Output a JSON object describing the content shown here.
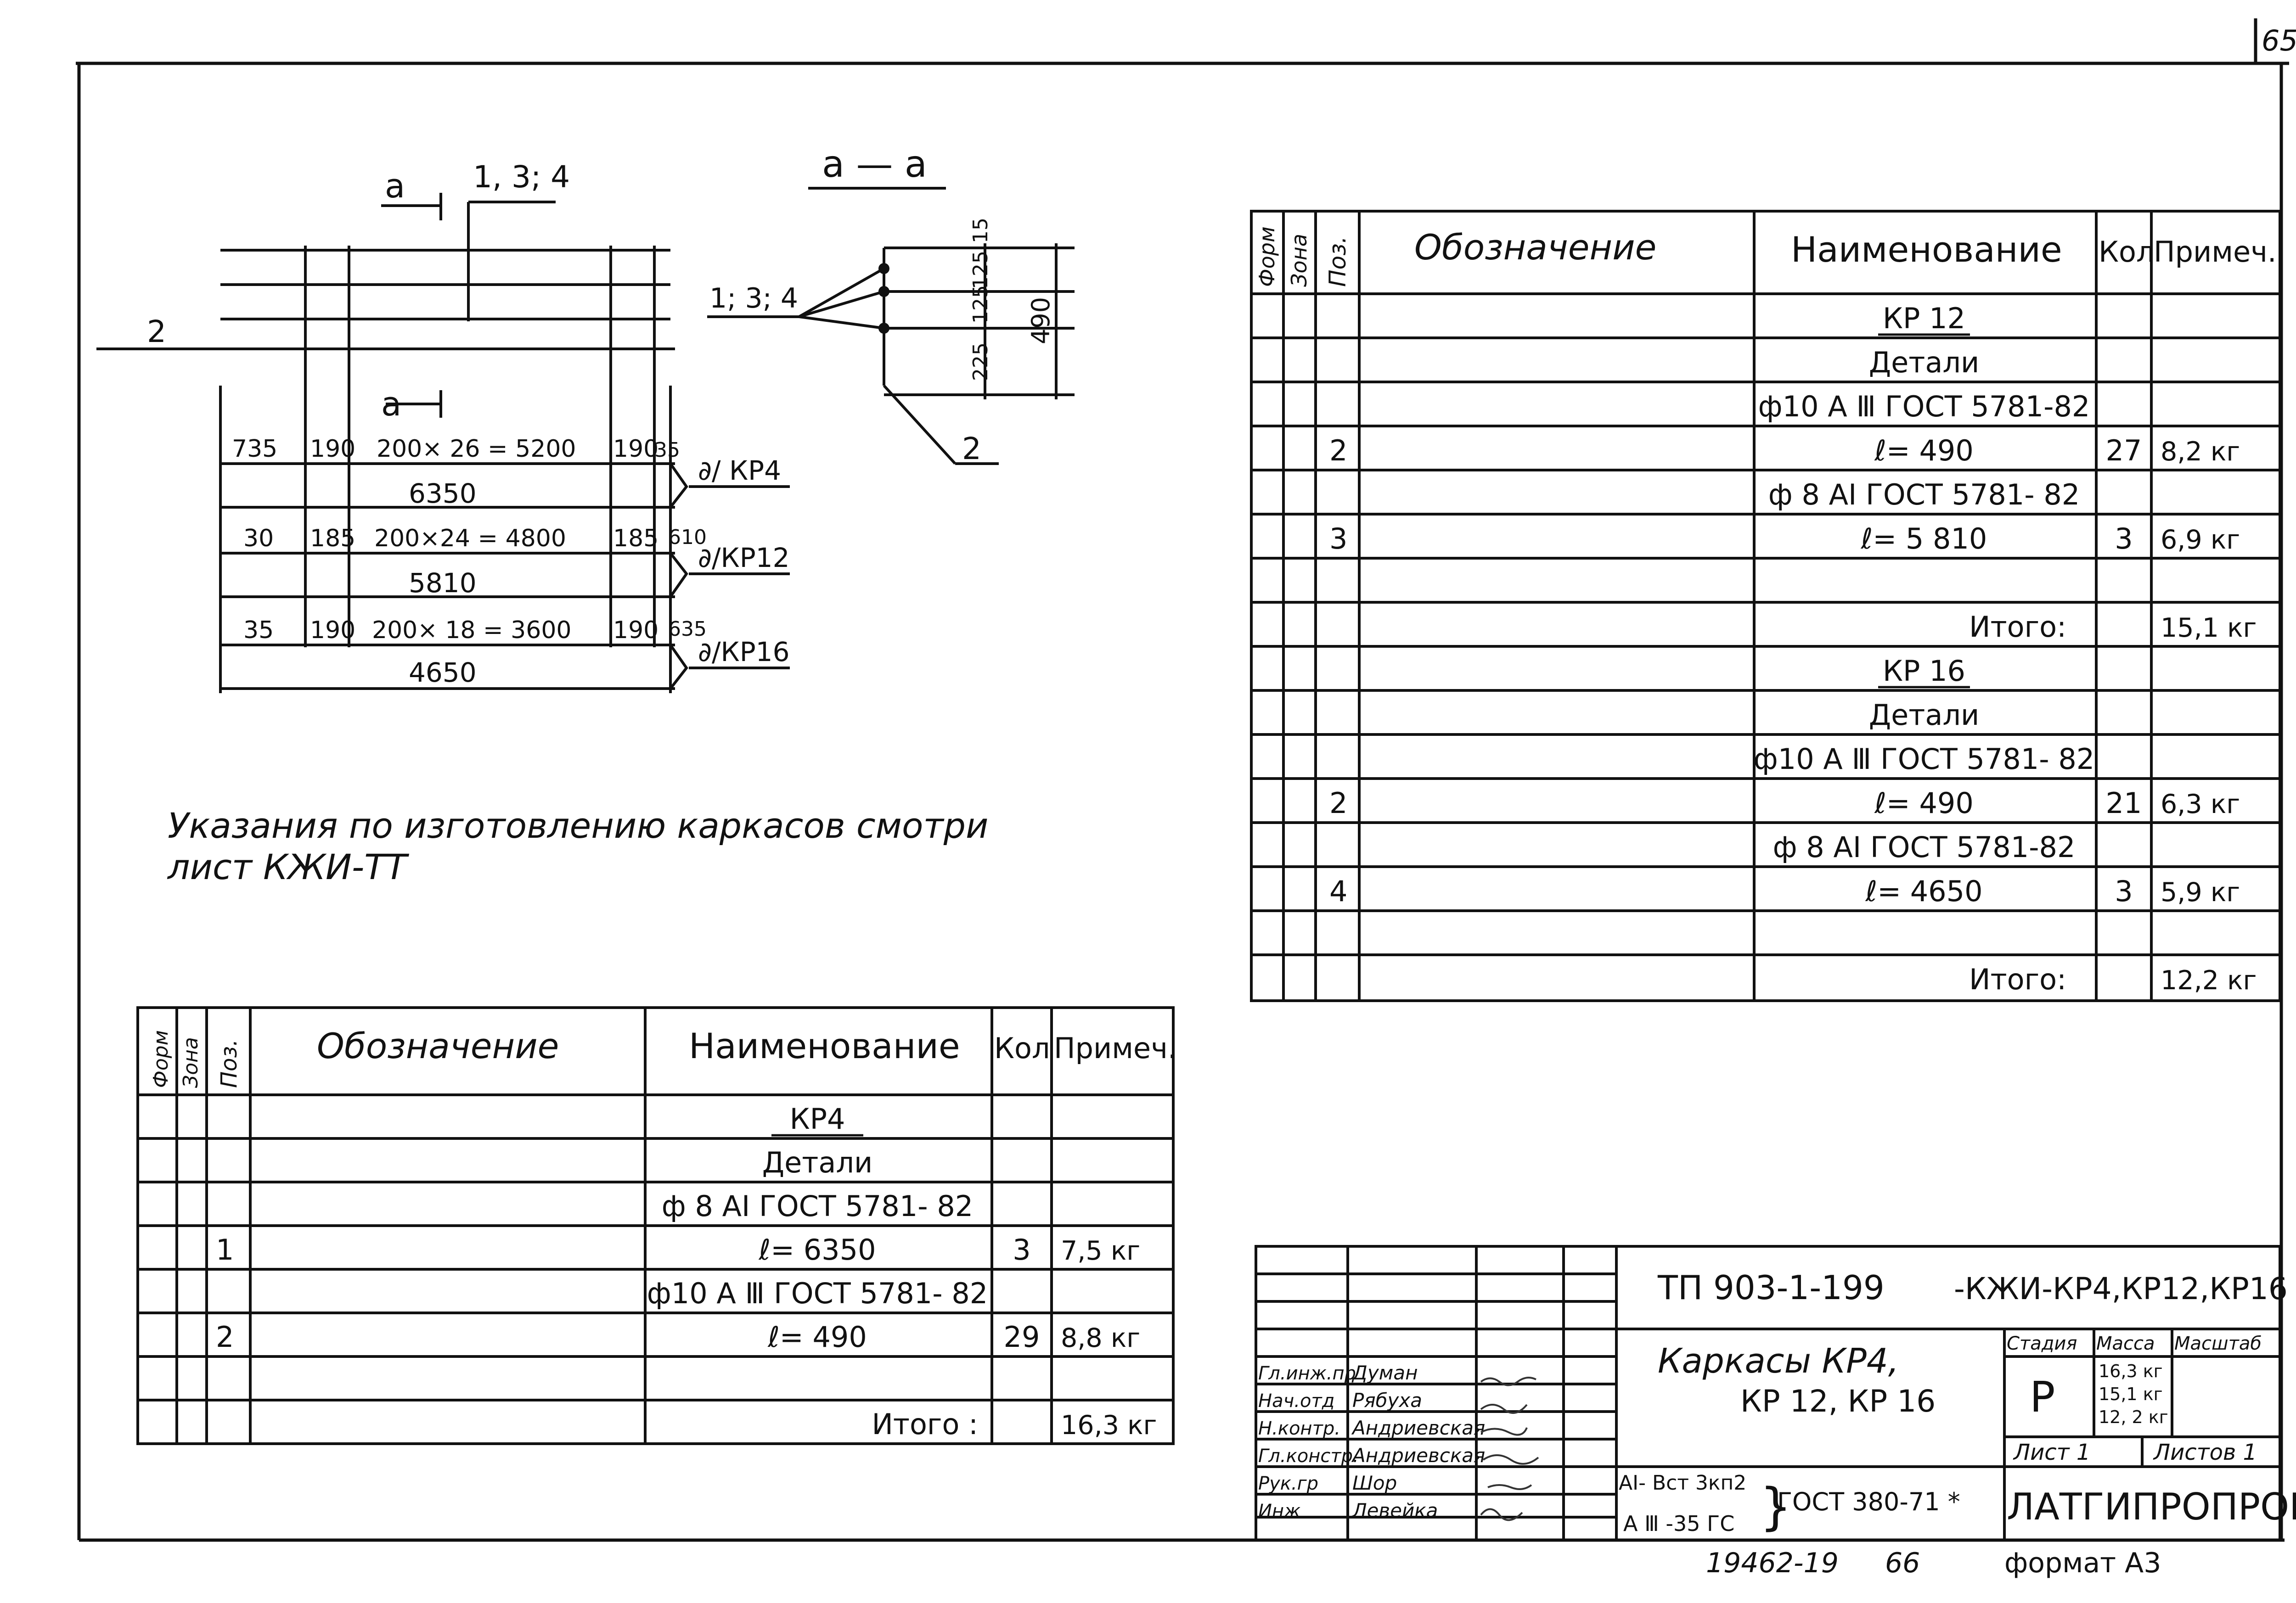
{
  "page_number": "65",
  "drawing": {
    "leader_top": "1, 3; 4",
    "leader_left": "1; 3; 4",
    "bar_label": "2",
    "section_mark": "а",
    "section_title": "а — а",
    "section_dims": [
      "15",
      "125",
      "125",
      "225"
    ],
    "section_total": "490",
    "section_bar_label": "2",
    "dim_rows": [
      {
        "segments": [
          "735",
          "190",
          "200× 26 = 5200",
          "190",
          "35"
        ],
        "total": "6350",
        "label": "∂/ КР4"
      },
      {
        "segments": [
          "30",
          "185",
          "200×24 = 4800",
          "185",
          "610"
        ],
        "total": "5810",
        "label": "∂/КР12"
      },
      {
        "segments": [
          "35",
          "190",
          "200× 18 = 3600",
          "190",
          "635"
        ],
        "total": "4650",
        "label": "∂/КР16"
      }
    ]
  },
  "note": {
    "line1": "Указания по изготовлению каркасов смотри",
    "line2": "лист КЖИ-ТТ"
  },
  "spec_headers": {
    "format": "Форм",
    "zone": "Зона",
    "pos": "Поз.",
    "designation": "Обозначение",
    "name": "Наименование",
    "qty": "Кол",
    "note": "Примеч."
  },
  "spec_right": [
    {
      "pos": "",
      "name": "КР 12",
      "qty": "",
      "note": ""
    },
    {
      "pos": "",
      "name": "Детали",
      "qty": "",
      "note": ""
    },
    {
      "pos": "",
      "name": "ф10 А Ⅲ ГОСТ 5781-82",
      "qty": "",
      "note": ""
    },
    {
      "pos": "2",
      "name": "ℓ= 490",
      "qty": "27",
      "note": "8,2 кг"
    },
    {
      "pos": "",
      "name": "ф 8 АI ГОСТ 5781- 82",
      "qty": "",
      "note": ""
    },
    {
      "pos": "3",
      "name": "ℓ= 5 810",
      "qty": "3",
      "note": "6,9 кг"
    },
    {
      "pos": "",
      "name": "",
      "qty": "",
      "note": ""
    },
    {
      "pos": "",
      "name": "Итого:",
      "qty": "",
      "note": "15,1 кг"
    },
    {
      "pos": "",
      "name": "КР 16",
      "qty": "",
      "note": ""
    },
    {
      "pos": "",
      "name": "Детали",
      "qty": "",
      "note": ""
    },
    {
      "pos": "",
      "name": "ф10 А Ⅲ ГОСТ 5781- 82",
      "qty": "",
      "note": ""
    },
    {
      "pos": "2",
      "name": "ℓ= 490",
      "qty": "21",
      "note": "6,3 кг"
    },
    {
      "pos": "",
      "name": "ф 8 АI ГОСТ 5781-82",
      "qty": "",
      "note": ""
    },
    {
      "pos": "4",
      "name": "ℓ= 4650",
      "qty": "3",
      "note": "5,9 кг"
    },
    {
      "pos": "",
      "name": "",
      "qty": "",
      "note": ""
    },
    {
      "pos": "",
      "name": "Итого:",
      "qty": "",
      "note": "12,2 кг"
    }
  ],
  "spec_left": [
    {
      "pos": "",
      "name": "КР4",
      "qty": "",
      "note": ""
    },
    {
      "pos": "",
      "name": "Детали",
      "qty": "",
      "note": ""
    },
    {
      "pos": "",
      "name": "ф 8 АI ГОСТ 5781- 82",
      "qty": "",
      "note": ""
    },
    {
      "pos": "1",
      "name": "ℓ= 6350",
      "qty": "3",
      "note": "7,5 кг"
    },
    {
      "pos": "",
      "name": "ф10 А Ⅲ ГОСТ 5781- 82",
      "qty": "",
      "note": ""
    },
    {
      "pos": "2",
      "name": "ℓ= 490",
      "qty": "29",
      "note": "8,8 кг"
    },
    {
      "pos": "",
      "name": "",
      "qty": "",
      "note": ""
    },
    {
      "pos": "",
      "name": "Итого :",
      "qty": "",
      "note": "16,3 кг"
    }
  ],
  "title_block": {
    "doc_code": "ТП 903-1-199",
    "doc_suffix": "-КЖИ-КР4,КР12,КР16",
    "title_line1": "Каркасы КР4,",
    "title_line2": "КР 12, КР 16",
    "stage_label": "Стадия",
    "mass_label": "Масса",
    "scale_label": "Масштаб",
    "stage": "Р",
    "masses": [
      "16,3 кг",
      "15,1 кг",
      "12, 2 кг"
    ],
    "sheet": "Лист 1",
    "sheets": "Листов 1",
    "company": "ЛАТГИПРОПРОМ",
    "material_1": "АI- Вст 3кп2",
    "material_2": "А Ⅲ -35 ГС",
    "gost": "ГОСТ 380-71 *",
    "signers": [
      {
        "role": "Гл.инж.пр",
        "name": "Думан"
      },
      {
        "role": "Нач.отд",
        "name": "Рябуха"
      },
      {
        "role": "Н.контр.",
        "name": "Андриевская"
      },
      {
        "role": "Гл.констр.",
        "name": "Андриевская"
      },
      {
        "role": "Рук.гр",
        "name": "Шор"
      },
      {
        "role": "Инж",
        "name": "Левейка"
      }
    ],
    "inventory": "19462-19",
    "inventory_page": "66",
    "format": "формат А3"
  }
}
